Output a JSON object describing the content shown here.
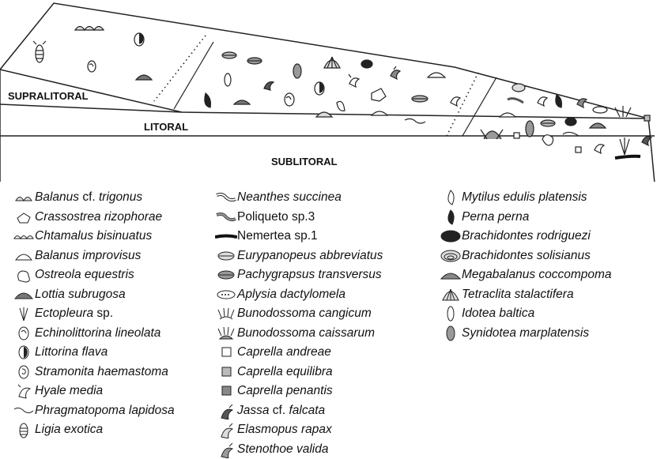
{
  "zones": {
    "supralitoral": "SUPRALITORAL",
    "litoral": "LITORAL",
    "sublitoral": "SUBLITORAL"
  },
  "colors": {
    "line": "#222222",
    "dark": "#1a1a1a",
    "mid": "#777777",
    "light": "#bbbbbb"
  },
  "legend": {
    "col1": [
      {
        "icon": "barnacle-shell-icon",
        "genus": "Balanus",
        "rest": " cf. ",
        "species": "trigonus"
      },
      {
        "icon": "oyster-pentagon-icon",
        "genus": "Crassostrea rizophorae",
        "rest": "",
        "species": ""
      },
      {
        "icon": "double-barnacle-icon",
        "genus": "Chtamalus bisinuatus",
        "rest": "",
        "species": ""
      },
      {
        "icon": "barnacle-outline-icon",
        "genus": "Balanus improvisus",
        "rest": "",
        "species": ""
      },
      {
        "icon": "irregular-oyster-icon",
        "genus": "Ostreola equestris",
        "rest": "",
        "species": ""
      },
      {
        "icon": "limpet-icon",
        "genus": "Lottia subrugosa",
        "rest": "",
        "species": ""
      },
      {
        "icon": "hydroid-icon",
        "genus": "Ectopleura",
        "rest": " sp.",
        "species": ""
      },
      {
        "icon": "snail-outline-icon",
        "genus": "Echinolittorina lineolata",
        "rest": "",
        "species": ""
      },
      {
        "icon": "snail-dark-icon",
        "genus": "Littorina flava",
        "rest": "",
        "species": ""
      },
      {
        "icon": "snail-spiral-icon",
        "genus": "Stramonita haemastoma",
        "rest": "",
        "species": ""
      },
      {
        "icon": "amphipod-outline-icon",
        "genus": "Hyale media",
        "rest": "",
        "species": ""
      },
      {
        "icon": "worm-tube-icon",
        "genus": "Phragmatopoma lapidosa",
        "rest": "",
        "species": ""
      },
      {
        "icon": "isopod-icon",
        "genus": "Ligia exotica",
        "rest": "",
        "species": ""
      }
    ],
    "col2": [
      {
        "icon": "worm-outline-icon",
        "genus": "Neanthes succinea",
        "rest": "",
        "species": ""
      },
      {
        "icon": "worm-gray-icon",
        "genus": "",
        "rest": "Poliqueto sp.3",
        "species": ""
      },
      {
        "icon": "worm-black-icon",
        "genus": "",
        "rest": "Nemertea sp.1",
        "species": ""
      },
      {
        "icon": "crab-striped-icon",
        "genus": "Eurypanopeus abbreviatus",
        "rest": "",
        "species": ""
      },
      {
        "icon": "crab-gray-icon",
        "genus": "Pachygrapsus transversus",
        "rest": "",
        "species": ""
      },
      {
        "icon": "sea-hare-icon",
        "genus": "Aplysia dactylomela",
        "rest": "",
        "species": ""
      },
      {
        "icon": "anemone-outline-icon",
        "genus": "Bunodossoma cangicum",
        "rest": "",
        "species": ""
      },
      {
        "icon": "anemone-gray-icon",
        "genus": "Bunodossoma caissarum",
        "rest": "",
        "species": ""
      },
      {
        "icon": "square-white-icon",
        "genus": "Caprella andreae",
        "rest": "",
        "species": ""
      },
      {
        "icon": "square-light-icon",
        "genus": "Caprella equilibra",
        "rest": "",
        "species": ""
      },
      {
        "icon": "square-gray-icon",
        "genus": "Caprella penantis",
        "rest": "",
        "species": ""
      },
      {
        "icon": "amphipod-dark-icon",
        "genus": "Jassa",
        "rest": " cf. ",
        "species": "falcata"
      },
      {
        "icon": "amphipod-light-icon",
        "genus": "Elasmopus rapax",
        "rest": "",
        "species": ""
      },
      {
        "icon": "amphipod-gray-icon",
        "genus": "Stenothoe valida",
        "rest": "",
        "species": ""
      }
    ],
    "col3": [
      {
        "icon": "mussel-outline-icon",
        "genus": "Mytilus edulis platensis",
        "rest": "",
        "species": ""
      },
      {
        "icon": "mussel-black-icon",
        "genus": "Perna perna",
        "rest": "",
        "species": ""
      },
      {
        "icon": "clam-black-icon",
        "genus": "Brachidontes rodriguezi",
        "rest": "",
        "species": ""
      },
      {
        "icon": "clam-striped-icon",
        "genus": "Brachidontes solisianus",
        "rest": "",
        "species": ""
      },
      {
        "icon": "barnacle-gray-icon",
        "genus": "Megabalanus coccompoma",
        "rest": "",
        "species": ""
      },
      {
        "icon": "tetraclita-icon",
        "genus": "Tetraclita stalactifera",
        "rest": "",
        "species": ""
      },
      {
        "icon": "idotea-icon",
        "genus": "Idotea baltica",
        "rest": "",
        "species": ""
      },
      {
        "icon": "synidotea-icon",
        "genus": "Synidotea marplatensis",
        "rest": "",
        "species": ""
      }
    ]
  }
}
